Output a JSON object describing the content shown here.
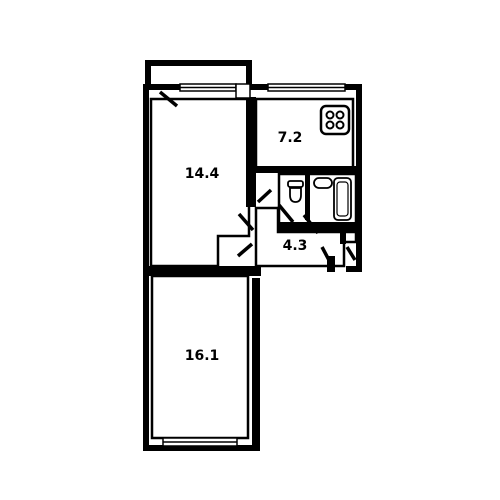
{
  "rooms": [
    {
      "id": "room-1",
      "area": "14.4"
    },
    {
      "id": "kitchen",
      "area": "7.2"
    },
    {
      "id": "hall",
      "area": "4.3"
    },
    {
      "id": "room-2",
      "area": "16.1"
    }
  ]
}
